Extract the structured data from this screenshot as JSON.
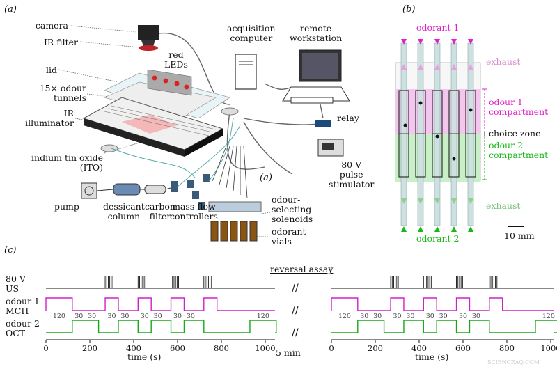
{
  "panels": {
    "a": "(a)",
    "b": "(b)",
    "c": "(c)",
    "a_inset": "(a)"
  },
  "apparatus": {
    "camera": "camera",
    "ir_filter": "IR filter",
    "lid": "lid",
    "tunnels": [
      "15× odour",
      "tunnels"
    ],
    "illuminator": [
      "IR",
      "illuminator"
    ],
    "red_leds": [
      "red",
      "LEDs"
    ],
    "ito": [
      "indium tin oxide",
      "(ITO)"
    ],
    "acquisition": [
      "acquisition",
      "computer"
    ],
    "remote": [
      "remote",
      "workstation"
    ],
    "relay": "relay",
    "stimulator": [
      "80 V",
      "pulse",
      "stimulator"
    ],
    "pump": "pump",
    "dessicant": [
      "dessicant",
      "column"
    ],
    "carbon": [
      "carbon",
      "filter"
    ],
    "mass_flow": [
      "mass flow",
      "controllers"
    ],
    "solenoids": [
      "odour-",
      "selecting",
      "solenoids"
    ],
    "vials": [
      "odorant",
      "vials"
    ]
  },
  "chamber": {
    "odorant1": "odorant 1",
    "odorant2": "odorant 2",
    "exhaust_top": "exhaust",
    "exhaust_bottom": "exhaust",
    "comp1": [
      "odour 1",
      "compartment"
    ],
    "choice": "choice zone",
    "comp2": [
      "odour 2",
      "compartment"
    ],
    "scale": "10 mm",
    "colors": {
      "odour1": "#e020c8",
      "odour2": "#18b818"
    }
  },
  "timeline": {
    "title": "reversal assay",
    "rows": [
      [
        "80 V",
        "US"
      ],
      [
        "odour 1",
        "MCH"
      ],
      [
        "odour 2",
        "OCT"
      ]
    ],
    "durations_left": [
      "120",
      "30",
      "30",
      "30",
      "30",
      "30",
      "30",
      "30",
      "30",
      "120"
    ],
    "durations_right": [
      "120",
      "30",
      "30",
      "30",
      "30",
      "30",
      "30",
      "30",
      "30",
      "120"
    ],
    "ticks": [
      "0",
      "200",
      "400",
      "600",
      "800",
      "1000"
    ],
    "xlabel": "time (s)",
    "gap_label": "5 min",
    "break_mark": "//",
    "colors": {
      "us": "#111111",
      "mch": "#d020c8",
      "oct": "#18a818"
    }
  },
  "watermark": "SCIENCEAQ.COM"
}
